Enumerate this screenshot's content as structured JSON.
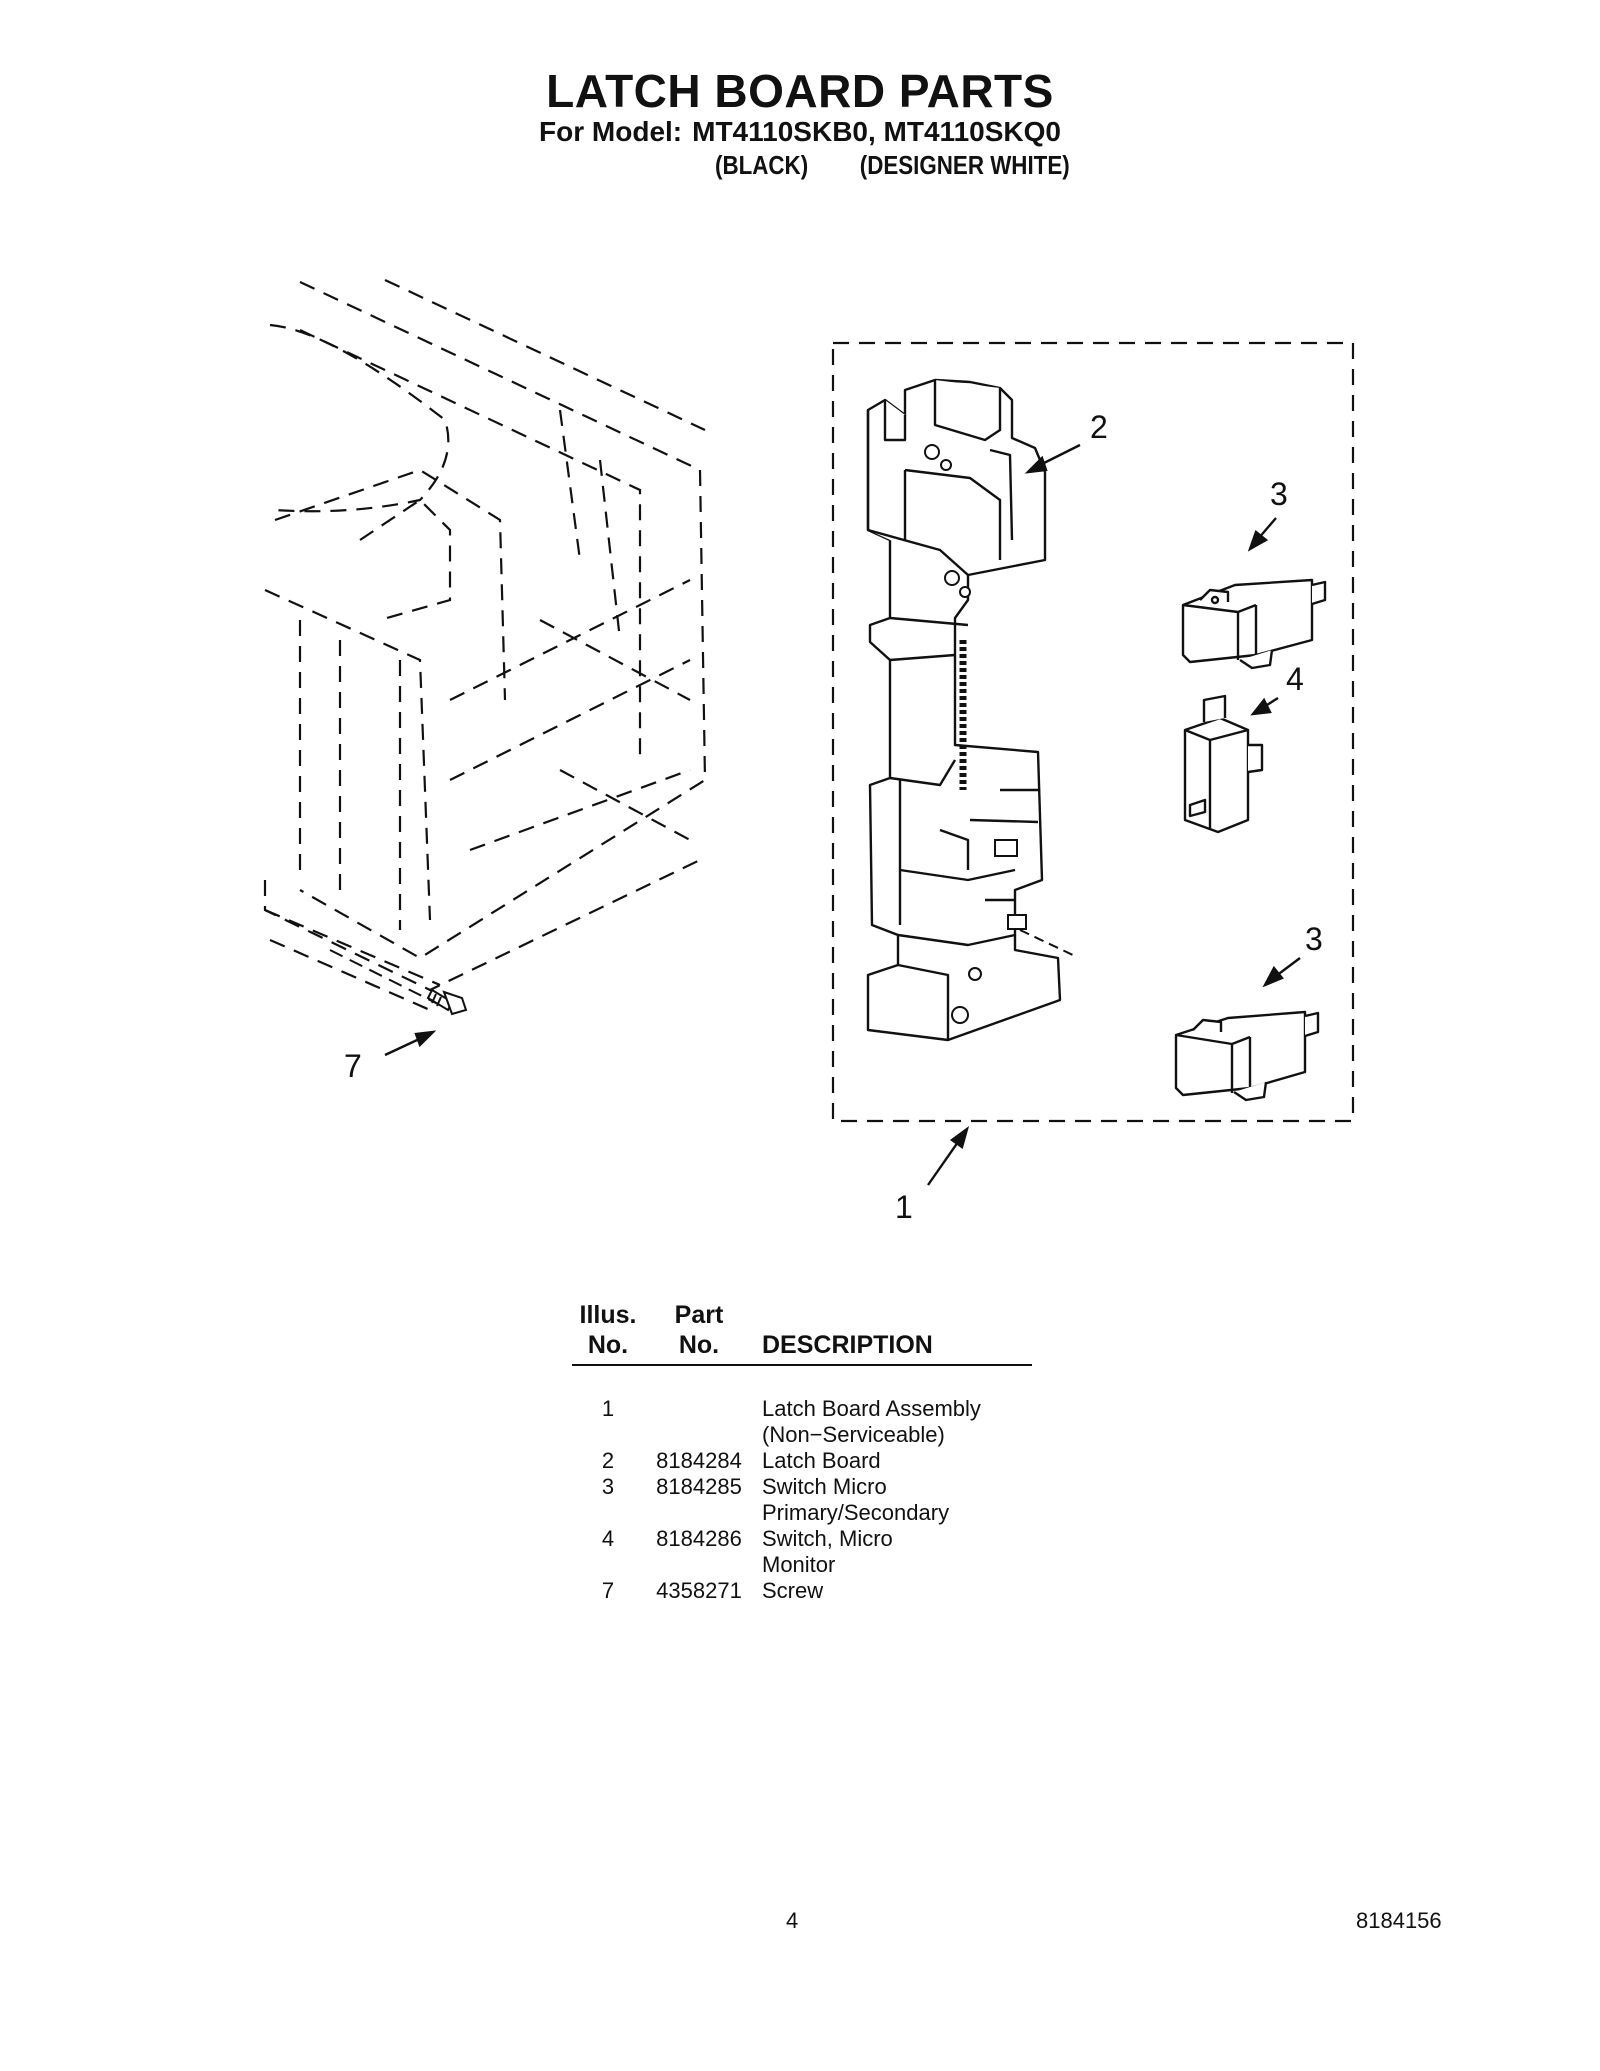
{
  "header": {
    "title": "LATCH BOARD PARTS",
    "model_label": "For Model:",
    "models": "MT4110SKB0, MT4110SKQ0",
    "color_1": "(BLACK)",
    "color_2": "(DESIGNER WHITE)"
  },
  "callouts": {
    "c1": "1",
    "c2": "2",
    "c3a": "3",
    "c3b": "3",
    "c4": "4",
    "c7": "7"
  },
  "table": {
    "headers": {
      "illus_line1": "Illus.",
      "illus_line2": "No.",
      "part_line1": "Part",
      "part_line2": "No.",
      "description": "DESCRIPTION"
    },
    "rows": [
      {
        "illus": "1",
        "part": "",
        "desc": [
          "Latch Board Assembly",
          "(Non−Serviceable)"
        ]
      },
      {
        "illus": "2",
        "part": "8184284",
        "desc": [
          "Latch Board"
        ]
      },
      {
        "illus": "3",
        "part": "8184285",
        "desc": [
          "Switch Micro",
          "Primary/Secondary"
        ]
      },
      {
        "illus": "4",
        "part": "8184286",
        "desc": [
          "Switch, Micro",
          "Monitor"
        ]
      },
      {
        "illus": "7",
        "part": "4358271",
        "desc": [
          "Screw"
        ]
      }
    ]
  },
  "footer": {
    "page_number": "4",
    "doc_number": "8184156"
  }
}
